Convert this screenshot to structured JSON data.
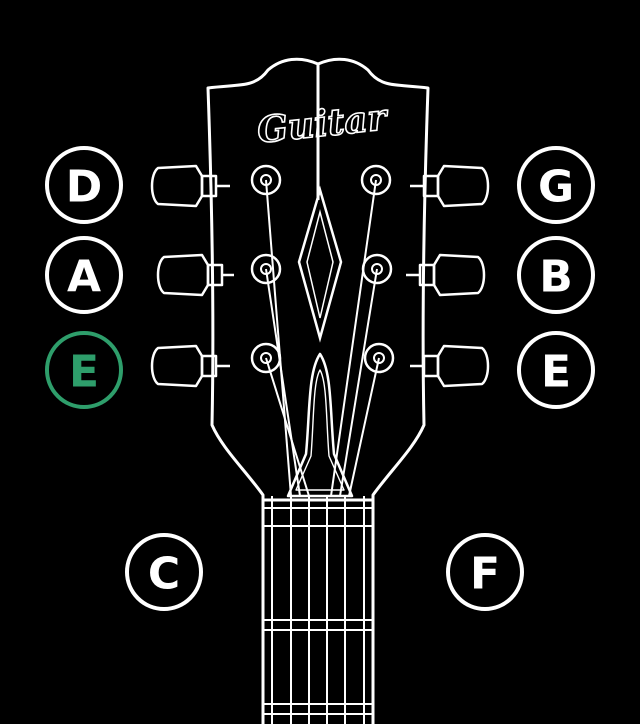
{
  "logo": {
    "text": "Guitar"
  },
  "strings": [
    {
      "id": "left-top",
      "label": "D",
      "active": false
    },
    {
      "id": "left-mid",
      "label": "A",
      "active": false
    },
    {
      "id": "left-bottom",
      "label": "E",
      "active": true
    },
    {
      "id": "right-top",
      "label": "G",
      "active": false
    },
    {
      "id": "right-mid",
      "label": "B",
      "active": false
    },
    {
      "id": "right-bottom",
      "label": "E",
      "active": false
    }
  ],
  "extras": [
    {
      "id": "left",
      "label": "C"
    },
    {
      "id": "right",
      "label": "F"
    }
  ],
  "colors": {
    "background": "#000000",
    "outline": "#ffffff",
    "active": "#2e9e6b"
  }
}
